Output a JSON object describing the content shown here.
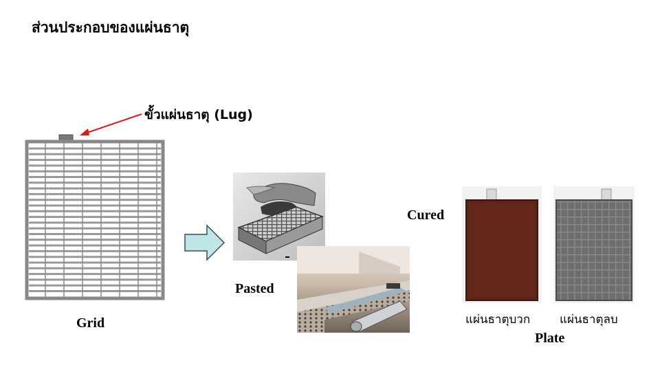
{
  "slide": {
    "title": "ส่วนประกอบของแผ่นธาตุ",
    "lug_label": "ขั้วแผ่นธาตุ (Lug)",
    "grid_label": "Grid",
    "pasted_label": "Pasted",
    "cured_label": "Cured",
    "positive_plate_label": "แผ่นธาตุบวก",
    "negative_plate_label": "แผ่นธาตุลบ",
    "plate_label": "Plate"
  },
  "colors": {
    "arrow_line": "#e8141c",
    "process_arrow_fill": "#bfe6e6",
    "process_arrow_stroke": "#3f4a5a",
    "grid_metal": "#8c8c8c",
    "positive_plate": "#5a2418",
    "negative_plate": "#6e6e6e"
  },
  "icons": {
    "lug_pointer": "arrow-icon",
    "process_flow": "right-arrow-icon"
  }
}
